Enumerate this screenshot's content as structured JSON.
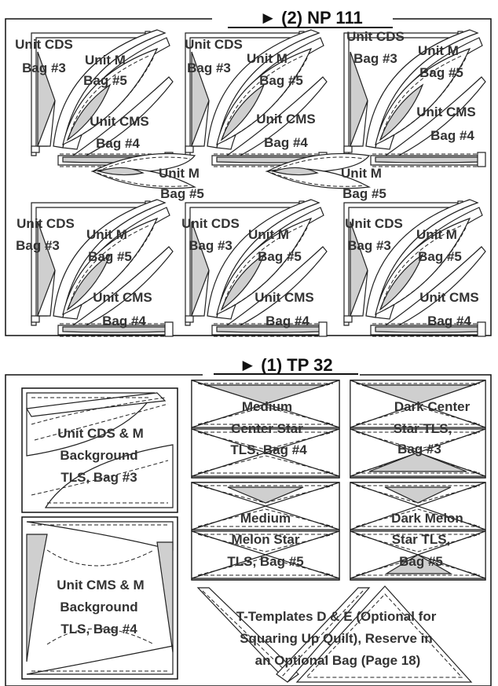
{
  "section_np": {
    "title": "► (2) NP 111",
    "blocks": [
      {
        "cds1": "Unit CDS",
        "cds2": "Bag #3",
        "m1": "Unit M",
        "m2": "Bag #5",
        "cms1": "Unit CMS",
        "cms2": "Bag #4"
      },
      {
        "cds1": "Unit CDS",
        "cds2": "Bag #3",
        "m1": "Unit M",
        "m2": "Bag #5",
        "cms1": "Unit CMS",
        "cms2": "Bag #4"
      },
      {
        "cds1": "Unit CDS",
        "cds2": "Bag #3",
        "m1": "Unit M",
        "m2": "Bag #5",
        "cms1": "Unit CMS",
        "cms2": "Bag #4"
      },
      {
        "cds1": "Unit CDS",
        "cds2": "Bag #3",
        "m1": "Unit M",
        "m2": "Bag #5",
        "cms1": "Unit CMS",
        "cms2": "Bag #4"
      },
      {
        "cds1": "Unit CDS",
        "cds2": "Bag #3",
        "m1": "Unit M",
        "m2": "Bag #5",
        "cms1": "Unit CMS",
        "cms2": "Bag #4"
      },
      {
        "cds1": "Unit CDS",
        "cds2": "Bag #3",
        "m1": "Unit M",
        "m2": "Bag #5",
        "cms1": "Unit CMS",
        "cms2": "Bag #4"
      }
    ],
    "melons": [
      {
        "l1": "Unit M",
        "l2": "Bag #5"
      },
      {
        "l1": "Unit M",
        "l2": "Bag #5"
      }
    ]
  },
  "section_tp": {
    "title": "► (1) TP 32",
    "cds_bg": [
      "Unit CDS & M",
      "Background",
      "TLS, Bag #3"
    ],
    "cms_bg": [
      "Unit CMS & M",
      "Background",
      "TLS, Bag #4"
    ],
    "medium_center": [
      "Medium",
      "Center Star",
      "TLS, Bag #4"
    ],
    "dark_center": [
      "Dark Center",
      "Star TLS,",
      "Bag #3"
    ],
    "medium_melon": [
      "Medium",
      "Melon Star",
      "TLS, Bag #5"
    ],
    "dark_melon": [
      "Dark Melon",
      "Star TLS,",
      "Bag #5"
    ],
    "t_templates": [
      "T-Templates D & E (Optional for",
      "Squaring Up Quilt), Reserve in",
      "an Optional Bag (Page 18)"
    ]
  }
}
